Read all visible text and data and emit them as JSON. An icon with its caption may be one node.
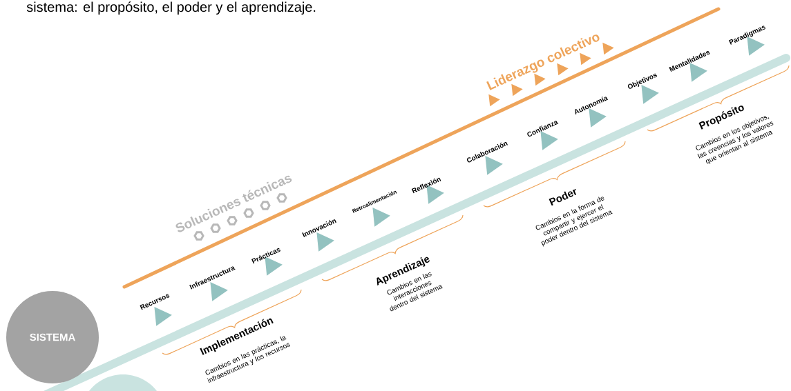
{
  "diagram": {
    "nodes": [
      {
        "text": [
          "SISTEMA"
        ]
      },
      {
        "text": [],
        "shape": "circle"
      }
    ],
    "labels": [
      "sistema: el propósito, el poder y el aprendizaje.",
      "Soluciones técnicas",
      "Liderazgo colectivo",
      "Recursos",
      "Infraestructura",
      "Prácticas",
      "Innovación",
      "Retroalimentación",
      "Reflexión",
      "Colaboración",
      "Confianza",
      "Autonomía",
      "Objetivos",
      "Mentalidades",
      "Paradigmas",
      "Implementación",
      "Cambios en las prácticas, la infraestructura y los recursos",
      "Aprendizaje",
      "Cambios en las interacciones dentro del sistema",
      "Poder",
      "Cambios en la forma de compartir y ejercer el poder dentro del sistema",
      "Propósito",
      "Cambios en los objetivos, las creencias y los valores que orientan al sistema"
    ]
  }
}
